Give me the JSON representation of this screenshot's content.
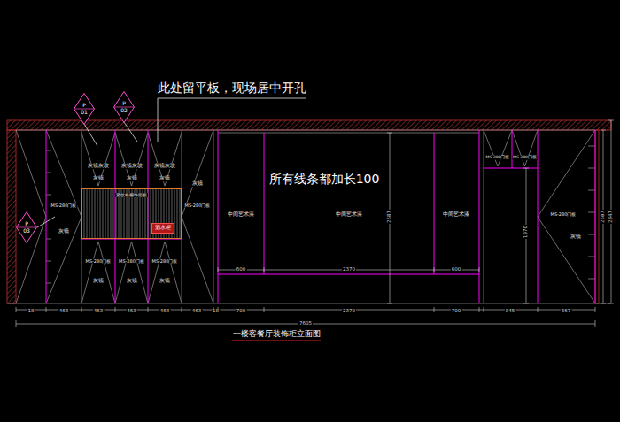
{
  "diagram": {
    "title": "一楼客餐厅装饰柜立面图",
    "nodes": [
      {
        "text": [
          "P",
          "01"
        ]
      },
      {
        "text": [
          "P",
          "02"
        ]
      },
      {
        "text": [
          "P",
          "03"
        ]
      },
      {
        "text": [
          "竖纹格栅饰面板"
        ]
      },
      {
        "text": [
          "酒水柜"
        ],
        "in": 3
      }
    ],
    "labels": [
      "此处留平板，现场居中开孔",
      "所有线条都加长100",
      "灰镜灰玻",
      "灰镜灰玻",
      "灰镜灰玻",
      "灰镜",
      "灰镜",
      "灰镜",
      "MS-280门板",
      "灰镜",
      "灰镜",
      "MS-280门板",
      "MS-280门板",
      "MS-280门板",
      "MS-280门板",
      "灰镜",
      "灰镜",
      "灰镜",
      "中间艺术漆",
      "中间艺术漆",
      "中间艺术漆",
      "600",
      "2370",
      "600",
      "2587",
      "MS-280门板",
      "MS-280门板",
      "MS-280门板",
      "灰镜",
      "1970",
      "2587",
      "2847",
      "18",
      "463",
      "463",
      "463",
      "463",
      "463",
      "18",
      "700",
      "2370",
      "700",
      "845",
      "667",
      "7605"
    ]
  }
}
